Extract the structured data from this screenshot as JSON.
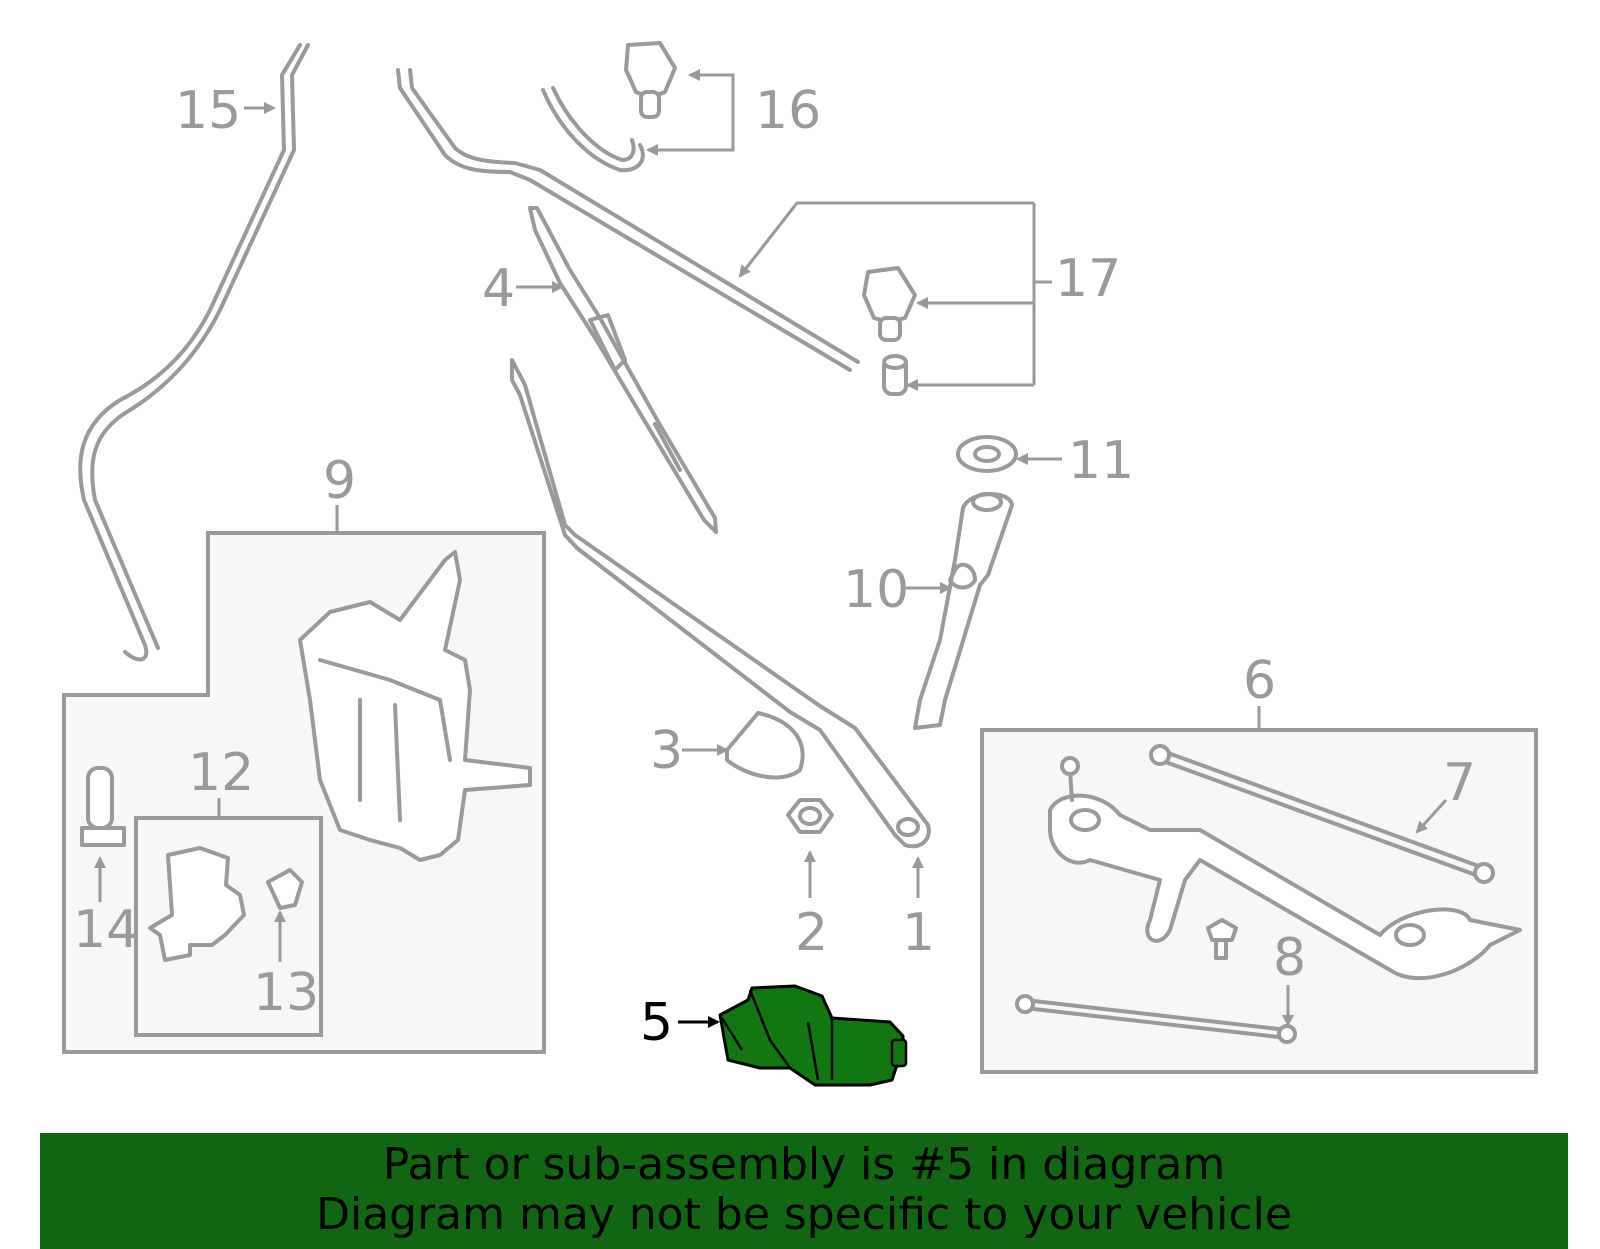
{
  "colors": {
    "line": "#9a9a9a",
    "highlight_part": "#117711",
    "banner_bg": "#116611",
    "banner_text": "#000000"
  },
  "callouts": {
    "c1": "1",
    "c2": "2",
    "c3": "3",
    "c4": "4",
    "c5": "5",
    "c6": "6",
    "c7": "7",
    "c8": "8",
    "c9": "9",
    "c10": "10",
    "c11": "11",
    "c12": "12",
    "c13": "13",
    "c14": "14",
    "c15": "15",
    "c16": "16",
    "c17": "17"
  },
  "banner": {
    "line1": "Part or sub-assembly is #5 in diagram",
    "line2": "Diagram may not be specific to your vehicle"
  }
}
